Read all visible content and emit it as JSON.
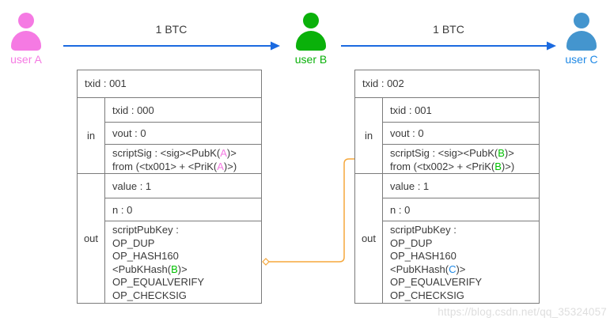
{
  "page": {
    "background": "#ffffff",
    "watermark": "https://blog.csdn.net/qq_35324057"
  },
  "colors": {
    "user_a": "#f57ae3",
    "user_b": "#0ab10a",
    "user_c_icon": "#4495ce",
    "user_c_label": "#1e88e5",
    "key_letter_a": "#f57ae3",
    "key_letter_b": "#00c000",
    "key_letter_c": "#1e88e5",
    "transfer_arrow": "#1b6ae0",
    "utxo_connector": "#f5a73b",
    "table_border": "#7b7b7b",
    "table_text": "#3a3a3a"
  },
  "actors": [
    {
      "label": "user A",
      "icon": "person-icon"
    },
    {
      "label": "user B",
      "icon": "person-icon"
    },
    {
      "label": "user C",
      "icon": "person-icon"
    }
  ],
  "transfers": [
    {
      "label": "1 BTC"
    },
    {
      "label": "1 BTC"
    }
  ],
  "transactions": [
    {
      "header": "txid : 001",
      "in_label": "in",
      "out_label": "out",
      "input": {
        "txid": "txid : 000",
        "vout": "vout : 0",
        "scriptsig_line1_pre": "scriptSig : <sig><PubK(",
        "scriptsig_line1_key": "A",
        "scriptsig_line1_post": ")>",
        "scriptsig_line2_pre": "from (<tx001> + <PriK(",
        "scriptsig_line2_key": "A",
        "scriptsig_line2_post": ")>)"
      },
      "output": {
        "value": "value : 1",
        "n": "n : 0",
        "scriptpubkey_title": "scriptPubKey :",
        "op_dup": "OP_DUP",
        "op_hash160": "OP_HASH160",
        "pubkhash_pre": "<PubKHash(",
        "pubkhash_key": "B",
        "pubkhash_post": ")>",
        "op_equalverify": "OP_EQUALVERIFY",
        "op_checksig": "OP_CHECKSIG"
      }
    },
    {
      "header": "txid : 002",
      "in_label": "in",
      "out_label": "out",
      "input": {
        "txid": "txid : 001",
        "vout": "vout : 0",
        "scriptsig_line1_pre": "scriptSig : <sig><PubK(",
        "scriptsig_line1_key": "B",
        "scriptsig_line1_post": ")>",
        "scriptsig_line2_pre": "from (<tx002> + <PriK(",
        "scriptsig_line2_key": "B",
        "scriptsig_line2_post": ")>)"
      },
      "output": {
        "value": "value : 1",
        "n": "n : 0",
        "scriptpubkey_title": "scriptPubKey :",
        "op_dup": "OP_DUP",
        "op_hash160": "OP_HASH160",
        "pubkhash_pre": "<PubKHash(",
        "pubkhash_key": "C",
        "pubkhash_post": ")>",
        "op_equalverify": "OP_EQUALVERIFY",
        "op_checksig": "OP_CHECKSIG"
      }
    }
  ]
}
